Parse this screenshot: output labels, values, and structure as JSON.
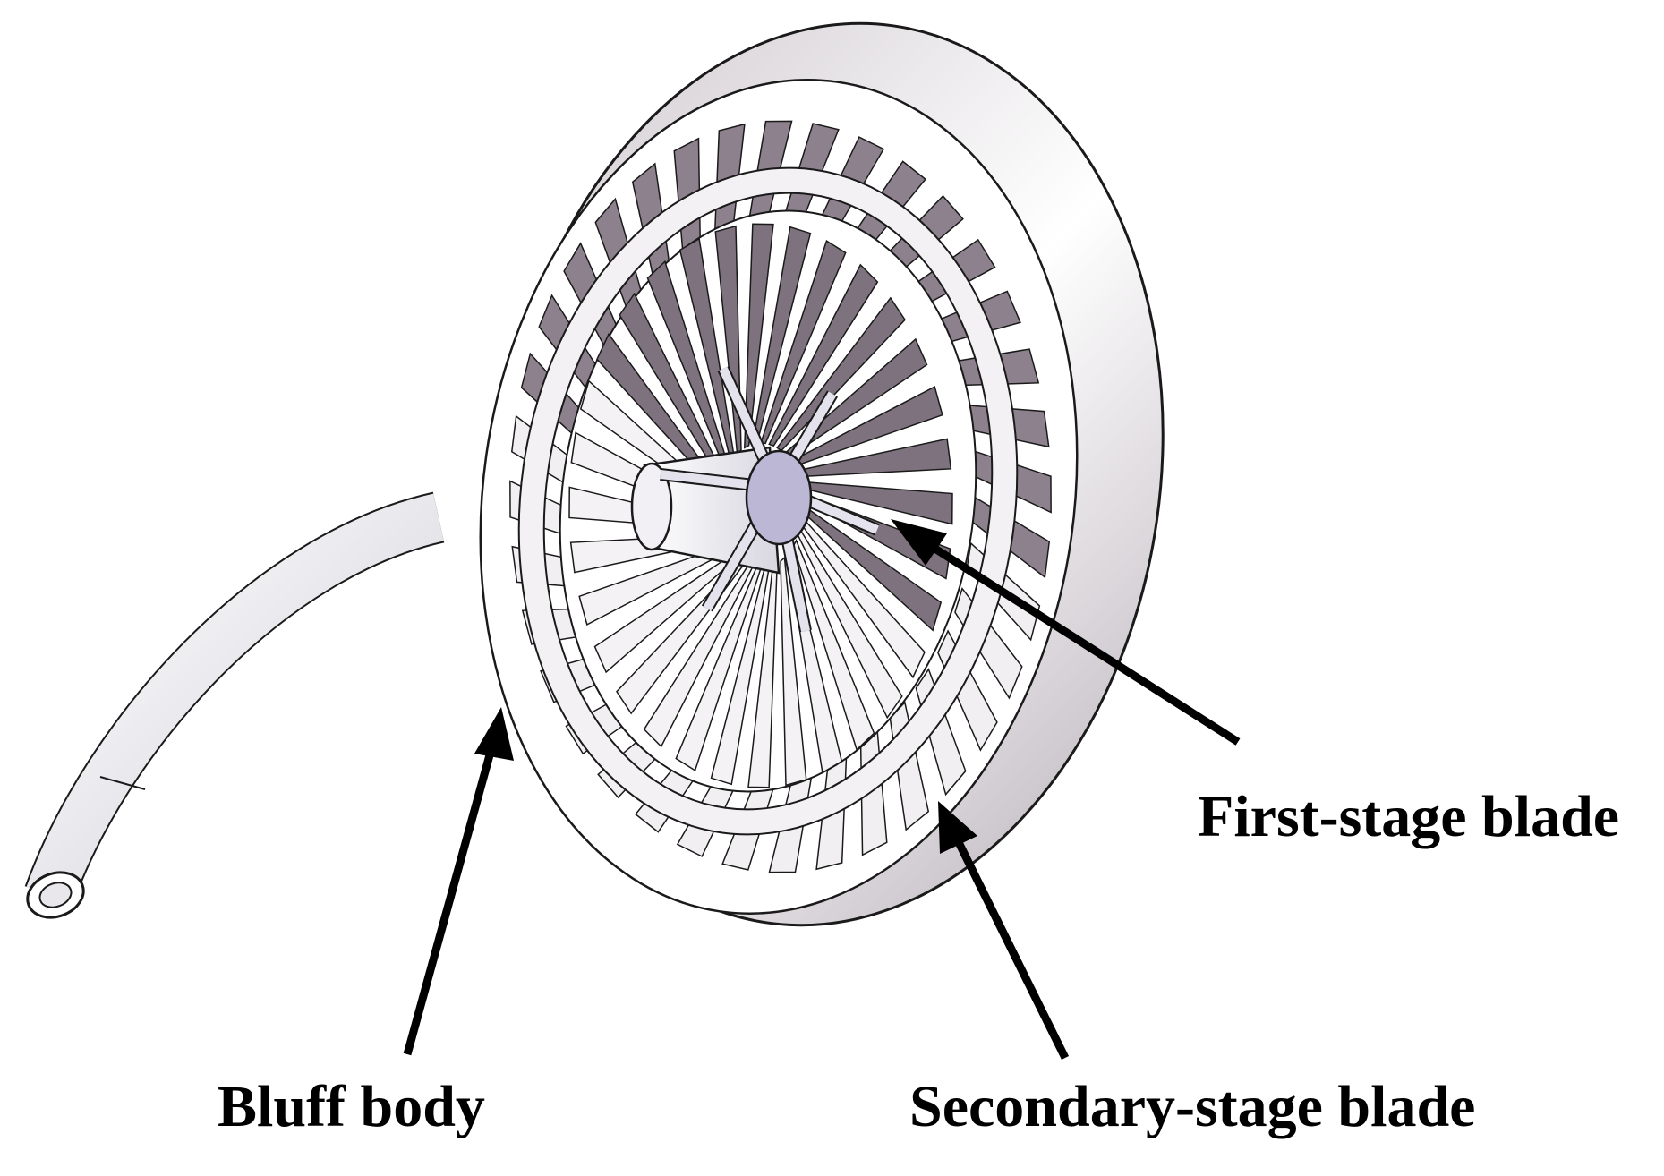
{
  "labels": {
    "first_stage": "First-stage blade",
    "bluff_body": "Bluff body",
    "secondary_stage": "Secondary-stage blade"
  },
  "colors": {
    "outline": "#1a1a1a",
    "arrow": "#000000",
    "metal_light": "#f4f2f3",
    "metal_mid": "#cfc9cf",
    "metal_dark": "#7d727d",
    "disc": "#bdb7d6"
  }
}
